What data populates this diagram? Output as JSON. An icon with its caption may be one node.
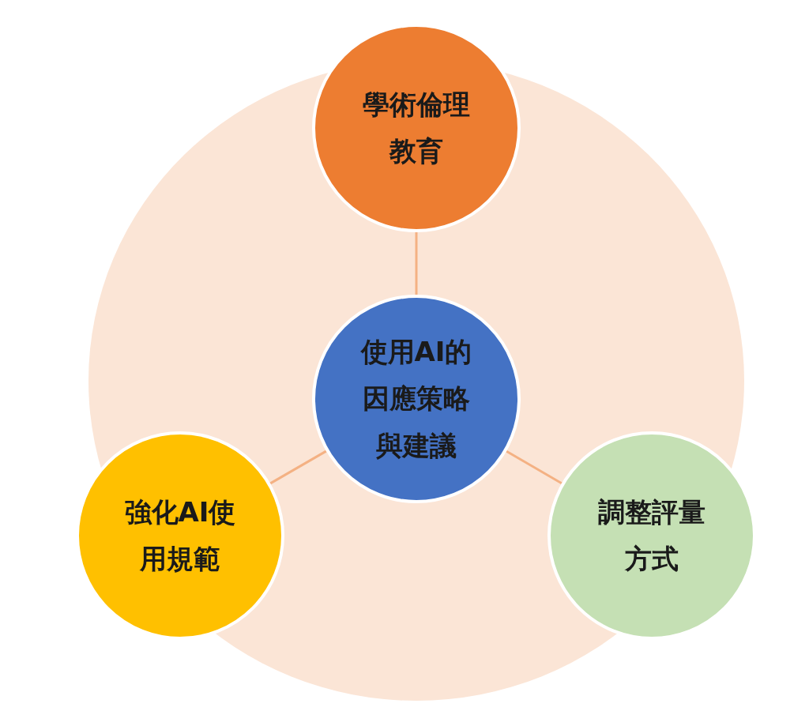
{
  "diagram": {
    "nodes": [
      {
        "text": [
          "使用AI的因應策略與建議"
        ]
      },
      {
        "text": [
          "學術倫理教育"
        ]
      },
      {
        "text": [
          "強化AI使用規範"
        ]
      },
      {
        "text": [
          "調整評量方式"
        ]
      }
    ],
    "edges": [
      {
        "from": 0,
        "to": 1,
        "arrow": "none"
      },
      {
        "from": 0,
        "to": 2,
        "arrow": "none"
      },
      {
        "from": 0,
        "to": 3,
        "arrow": "none"
      }
    ]
  }
}
